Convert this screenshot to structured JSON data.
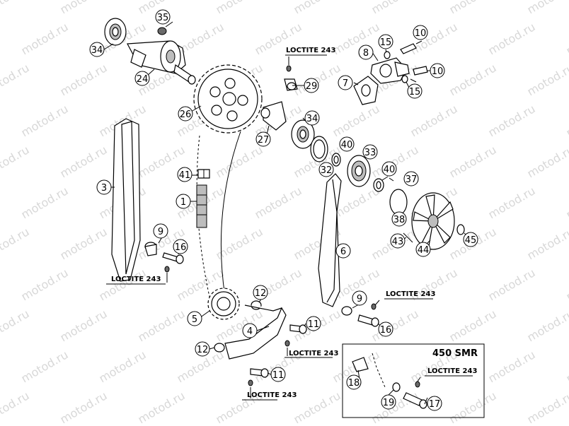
{
  "watermark": "motod.ru",
  "colors": {
    "stroke": "#000000",
    "watermark": "#d8d8d8",
    "background": "#ffffff",
    "shade": "#bdbdbd"
  },
  "inset": {
    "title": "450 SMR"
  },
  "loctite_text": "LOCTITE 243",
  "parts": [
    "1",
    "3",
    "4",
    "5",
    "6",
    "7",
    "8",
    "9",
    "10",
    "11",
    "12",
    "15",
    "16",
    "17",
    "18",
    "19",
    "24",
    "26",
    "27",
    "29",
    "32",
    "33",
    "34",
    "35",
    "37",
    "38",
    "40",
    "41",
    "43",
    "44",
    "45"
  ]
}
